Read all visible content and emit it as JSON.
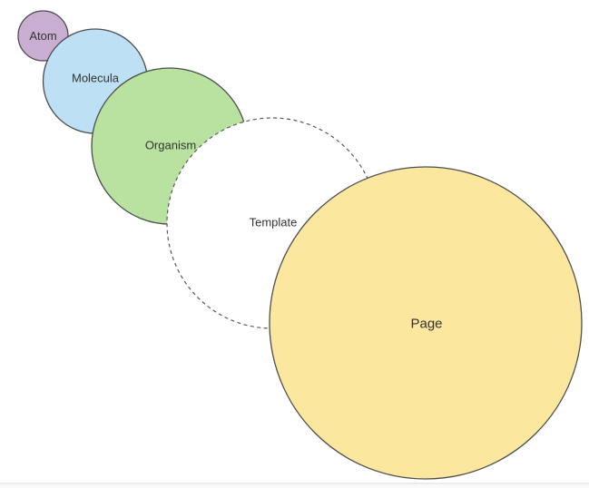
{
  "diagram": {
    "name": "atomic-design-circles",
    "background_color": "#ffffff",
    "label_color": "#333333",
    "circles": [
      {
        "id": "atom",
        "label": "Atom",
        "fill": "#C9AED1",
        "stroke": "#4D4D4D",
        "border": "solid"
      },
      {
        "id": "molecula",
        "label": "Molecula",
        "fill": "#BDE0F5",
        "stroke": "#4D4D4D",
        "border": "solid"
      },
      {
        "id": "organism",
        "label": "Organism",
        "fill": "#B9E2A0",
        "stroke": "#4D4D4D",
        "border": "solid"
      },
      {
        "id": "template",
        "label": "Template",
        "fill": "#FFFFFF",
        "stroke": "#595959",
        "border": "dashed"
      },
      {
        "id": "page",
        "label": "Page",
        "fill": "#FCE79F",
        "stroke": "#4D4D4D",
        "border": "solid"
      }
    ],
    "footer": {
      "divider_color": "#D9D9D9",
      "area_color": "#F9F9F9"
    }
  }
}
